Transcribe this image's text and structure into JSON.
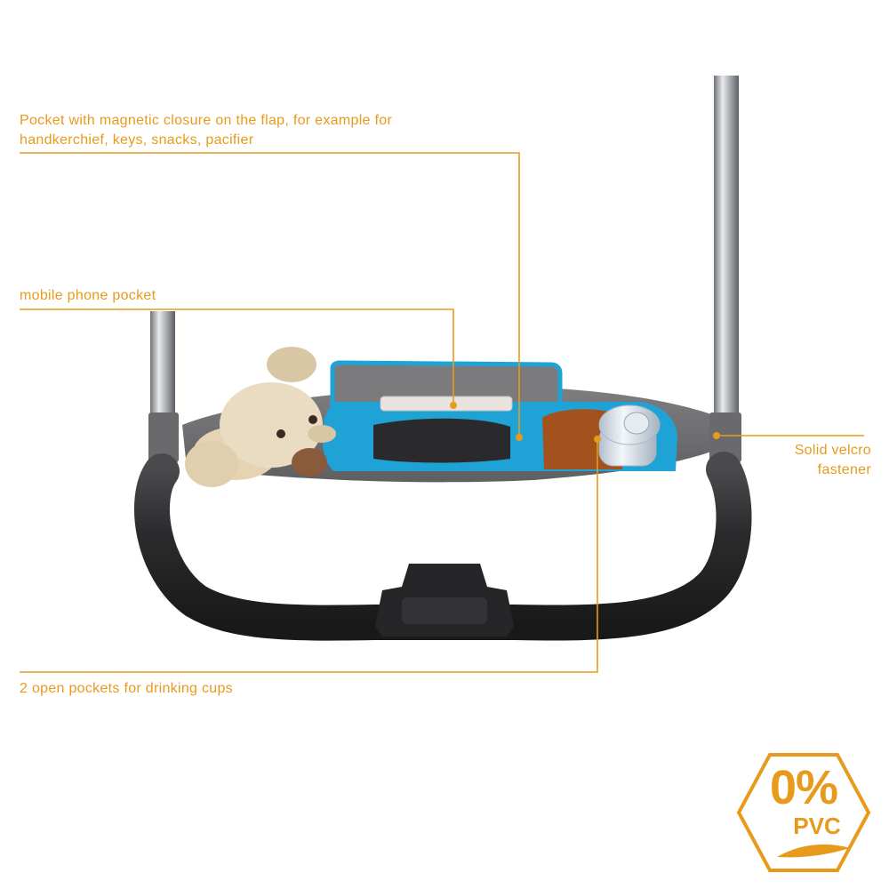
{
  "labels": {
    "flap_pocket": "Pocket with magnetic closure on the flap, for example for handkerchief, keys, snacks, pacifier",
    "phone_pocket": "mobile phone pocket",
    "velcro_line1": "Solid velcro",
    "velcro_line2": "fastener",
    "cup_pockets": "2 open pockets for drinking cups"
  },
  "badge": {
    "percent": "0%",
    "material": "PVC"
  },
  "colors": {
    "accent_orange": "#e89a1c",
    "organizer_blue": "#1fa3d6",
    "fabric_gray": "#8a8a8c",
    "handle_black": "#2b2b2d",
    "tube_silver": "#b9bcc0"
  },
  "icons": {
    "badge_shape": "hexagon-icon",
    "badge_leaf": "leaf-swoosh-icon"
  }
}
